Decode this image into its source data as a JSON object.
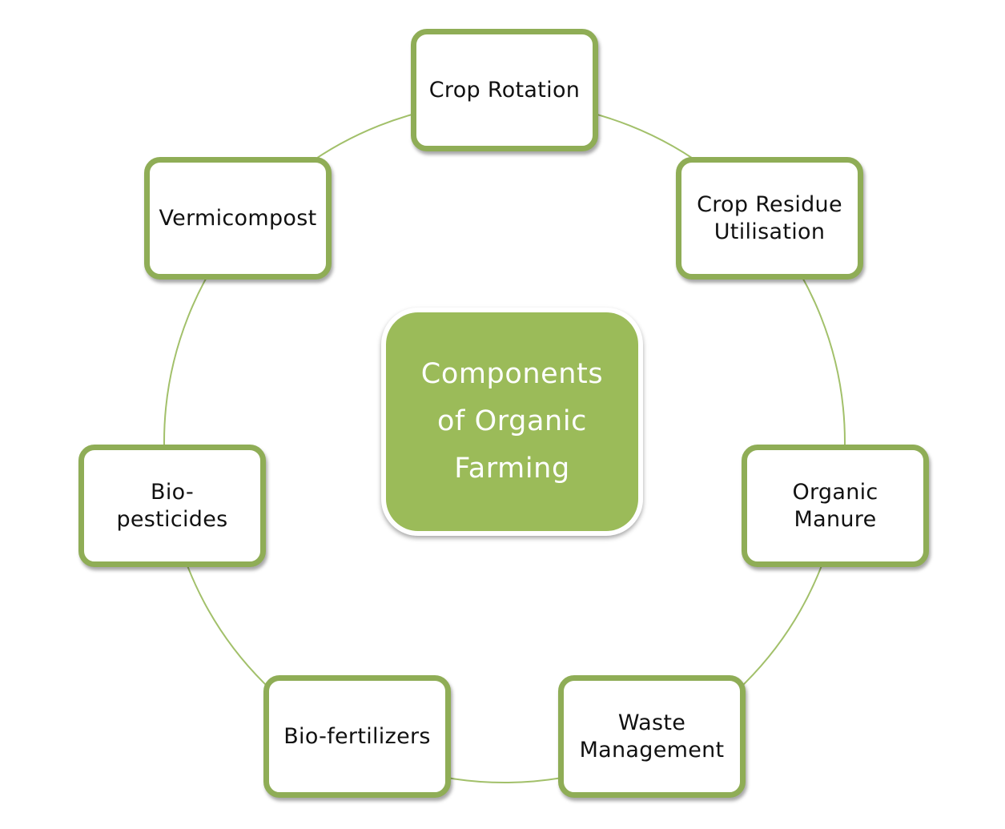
{
  "diagram": {
    "center_label": "Components of Organic Farming",
    "components": [
      "Crop Rotation",
      "Crop Residue Utilisation",
      "Organic Manure",
      "Waste Management",
      "Bio-fertilizers",
      "Bio-pesticides",
      "Vermicompost"
    ]
  },
  "colors": {
    "accent_green": "#9bbb59",
    "box_border_green": "#8fad56",
    "ring_green": "#a2c06a",
    "background": "#ffffff",
    "text": "#111111"
  }
}
